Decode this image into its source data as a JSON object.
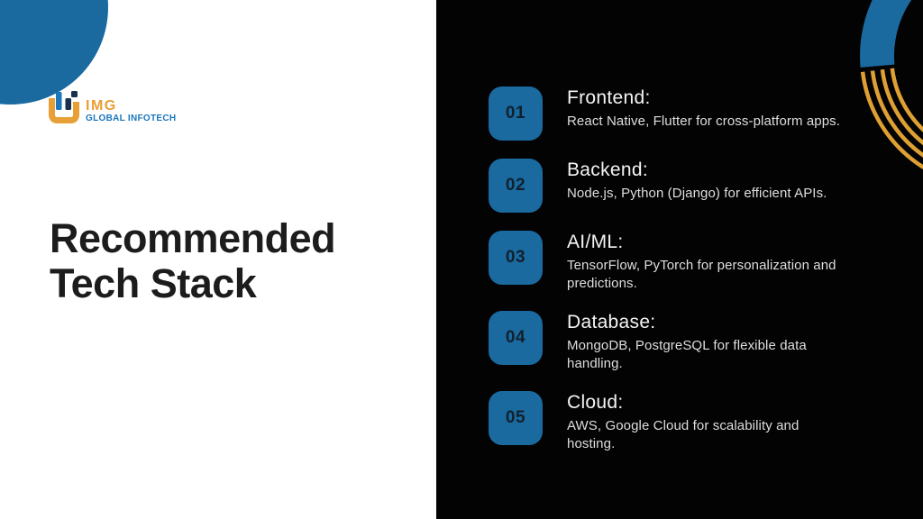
{
  "slide": {
    "title_line1": "Recommended",
    "title_line2": "Tech Stack"
  },
  "logo": {
    "name": "IMG",
    "subname": "GLOBAL INFOTECH",
    "mark_icon": "img-logo-mark"
  },
  "items": [
    {
      "number": "01",
      "heading": "Frontend:",
      "description": "React Native, Flutter for cross-platform apps."
    },
    {
      "number": "02",
      "heading": "Backend:",
      "description": "Node.js, Python (Django) for efficient APIs."
    },
    {
      "number": "03",
      "heading": "AI/ML:",
      "description": "TensorFlow, PyTorch for personalization and predictions."
    },
    {
      "number": "04",
      "heading": "Database:",
      "description": "MongoDB, PostgreSQL for flexible data handling."
    },
    {
      "number": "05",
      "heading": "Cloud:",
      "description": "AWS, Google Cloud for scalability and hosting."
    }
  ],
  "decorations": {
    "top_left": "blue-circle-shape",
    "top_right": "blue-and-gold-arc-rings"
  },
  "colors": {
    "accent_blue": "#1A6AA0",
    "accent_gold": "#DFA033",
    "logo_orange": "#E89F35",
    "logo_blue": "#1B76BD",
    "panel_black": "#030303",
    "panel_white": "#FFFFFF",
    "title_text": "#1C1C1C",
    "number_text": "#10212E",
    "heading_text": "#F4F4F4",
    "description_text": "#DEDEDE"
  }
}
